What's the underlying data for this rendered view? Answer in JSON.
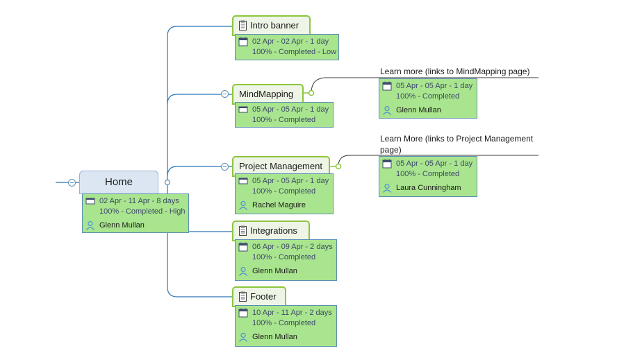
{
  "root": {
    "title": "Home",
    "info": {
      "dates": "02 Apr - 11 Apr - 8 days",
      "status": "100% - Completed - High",
      "resource": "Glenn Mullan"
    }
  },
  "topics": {
    "intro": {
      "title": "Intro banner",
      "info": {
        "dates": "02 Apr - 02 Apr - 1 day",
        "status": "100% - Completed - Low"
      }
    },
    "mindmapping": {
      "title": "MindMapping",
      "info": {
        "dates": "05 Apr - 05 Apr - 1 day",
        "status": "100% - Completed"
      }
    },
    "pm": {
      "title": "Project Management",
      "info": {
        "dates": "05 Apr - 05 Apr - 1 day",
        "status": "100% - Completed",
        "resource": "Rachel Maguire"
      }
    },
    "integrations": {
      "title": "Integrations",
      "info": {
        "dates": "06 Apr - 09 Apr - 2 days",
        "status": "100% - Completed",
        "resource": "Glenn Mullan"
      }
    },
    "footer": {
      "title": "Footer",
      "info": {
        "dates": "10 Apr - 11 Apr - 2 days",
        "status": "100% - Completed",
        "resource": "Glenn Mullan"
      }
    }
  },
  "subtopics": {
    "learn_mm": {
      "title": "Learn more (links to MindMapping page)",
      "info": {
        "dates": "05 Apr - 05 Apr - 1 day",
        "status": "100% - Completed",
        "resource": "Glenn Mullan"
      }
    },
    "learn_pm": {
      "title_line1": "Learn More (links to Project Management",
      "title_line2": "page)",
      "info": {
        "dates": "05 Apr - 05 Apr - 1 day",
        "status": "100% - Completed",
        "resource": "Laura Cunningham"
      }
    }
  },
  "colors": {
    "branch": "#2e75b6",
    "subtopic_line": "#3a3a3a",
    "topic_border": "#8cc63f",
    "info_bg": "#a9e48e",
    "root_bg": "#dce6f2"
  },
  "icons": {
    "task_date": "calendar-icon",
    "resource": "person-icon",
    "attachment": "document-icon",
    "collapse": "collapse-icon"
  }
}
